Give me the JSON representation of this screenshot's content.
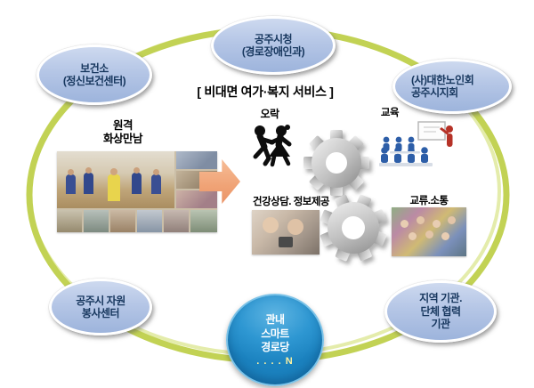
{
  "diagram": {
    "title": "[ 비대면 여가·복지 서비스 ]",
    "nodes": {
      "health_center": "보건소\n(정신보건센터)",
      "city_hall": "공주시청\n(경로장애인과)",
      "senior_association": "(사)대한노인회\n공주시지회",
      "volunteer_center": "공주시 자원\n봉사센터",
      "regional_partners": "지역 기관.\n단체 협력\n기관"
    },
    "hub": {
      "label": "관내\n스마트\n경로당",
      "suffix": ". . . . N"
    },
    "services": {
      "remote_meeting": "원격\n화상만남",
      "entertainment": "오락",
      "education": "교육",
      "health_consulting": "건강상담. 정보제공",
      "exchange": "교류.소통"
    },
    "colors": {
      "ring": "#c2d254",
      "ring_inner": "#e4ecab",
      "node_fill": "#b5c6e6",
      "node_text": "#17375e",
      "hub_fill": "#2e97d2",
      "hub_suffix_text": "#fff3a0",
      "arrow": "#f0a376",
      "gear": "#b8b8b8"
    }
  }
}
